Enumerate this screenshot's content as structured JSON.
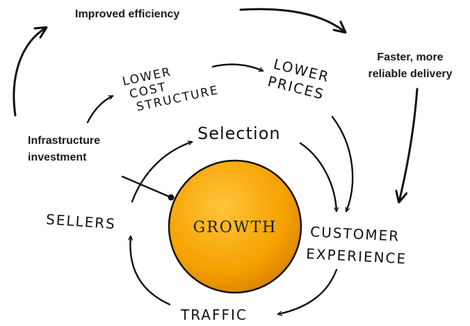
{
  "labels": {
    "improved_efficiency": "Improved efficiency",
    "faster_line1": "Faster, more",
    "faster_line2": "reliable delivery",
    "lower_cost_line1": "LOWER",
    "lower_cost_line2": "COST",
    "lower_cost_line3": "STRUCTURE",
    "lower_prices_line1": "LOWER",
    "lower_prices_line2": "PRICES",
    "infra_line1": "Infrastructure",
    "infra_line2": "investment",
    "selection": "Selection",
    "sellers": "SELLERS",
    "growth": "GROWTH",
    "customer_line1": "CUSTOMER",
    "customer_line2": "EXPERIENCE",
    "traffic": "TRAFFIC"
  },
  "colors": {
    "growth_fill": "#F5A000",
    "growth_highlight": "#FFC53A",
    "growth_shadow": "#D98200",
    "ink": "#111111"
  }
}
